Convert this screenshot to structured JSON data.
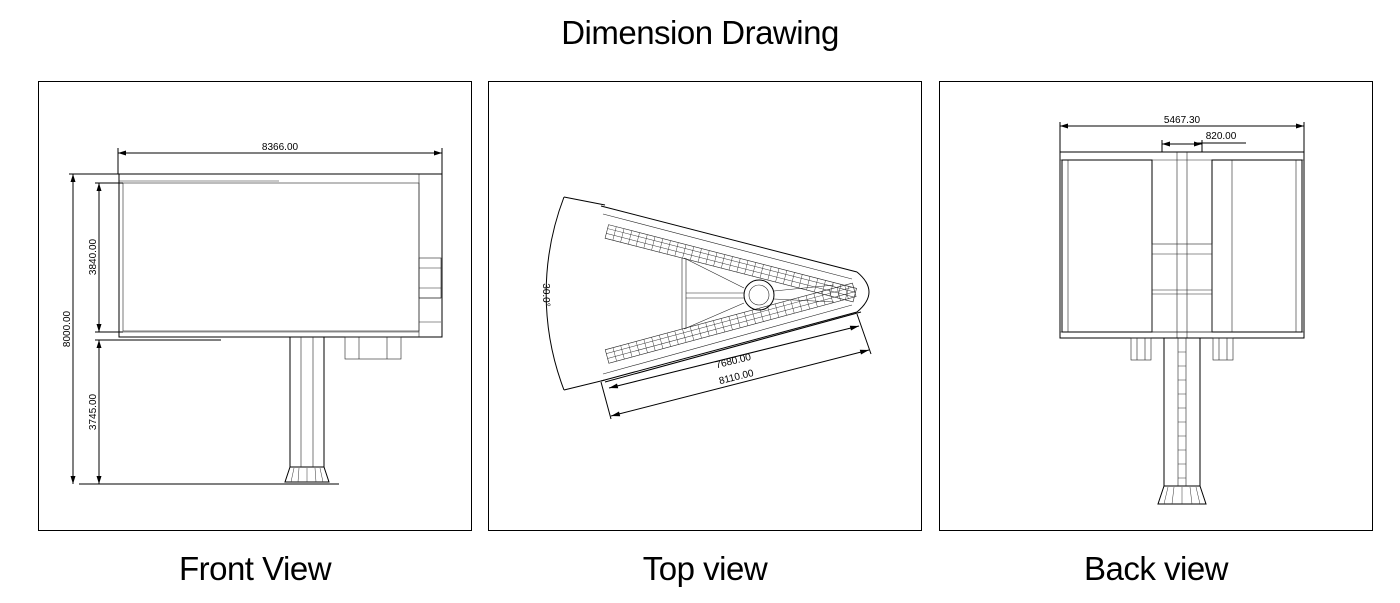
{
  "title": "Dimension Drawing",
  "views": [
    {
      "caption": "Front View",
      "dims": {
        "width": "8366.00",
        "panel_height": "3840.00",
        "total_height": "8000.00",
        "pole_height": "3745.00"
      }
    },
    {
      "caption": "Top view",
      "dims": {
        "angle": "30.0°",
        "inner_length": "7680.00",
        "outer_length": "8110.00"
      }
    },
    {
      "caption": "Back view",
      "dims": {
        "width": "5467.30",
        "center_width": "820.00"
      }
    }
  ]
}
